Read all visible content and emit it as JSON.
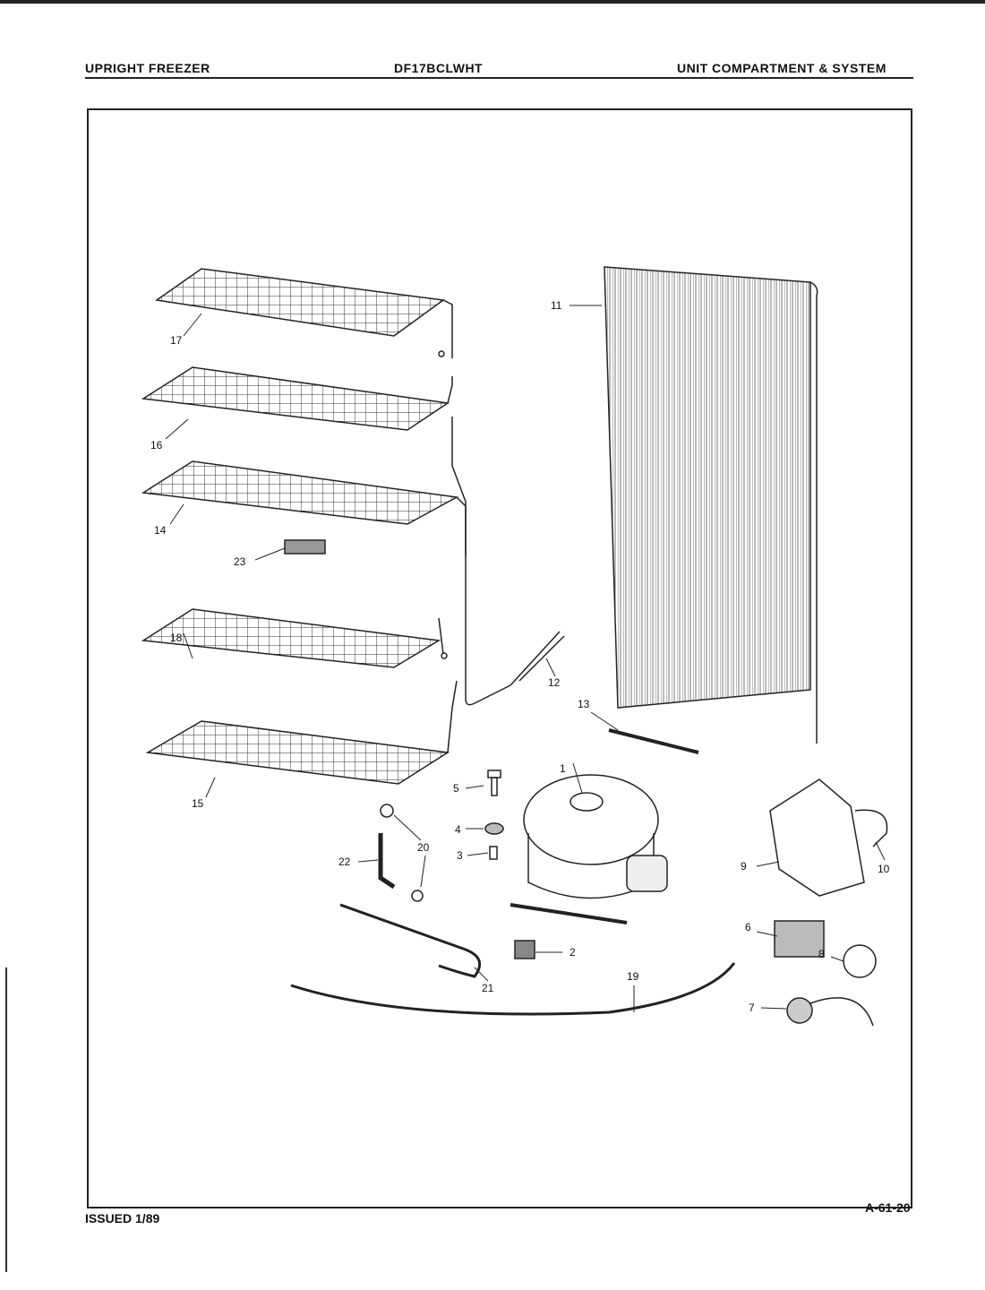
{
  "header": {
    "left": "UPRIGHT FREEZER",
    "center": "DF17BCLWHT",
    "right": "UNIT COMPARTMENT & SYSTEM"
  },
  "footer": {
    "issued": "ISSUED 1/89",
    "page_code": "A-61-20"
  },
  "callouts": [
    "1",
    "2",
    "3",
    "4",
    "5",
    "6",
    "7",
    "8",
    "9",
    "10",
    "11",
    "12",
    "13",
    "14",
    "15",
    "16",
    "17",
    "18",
    "19",
    "20",
    "21",
    "22",
    "23"
  ]
}
